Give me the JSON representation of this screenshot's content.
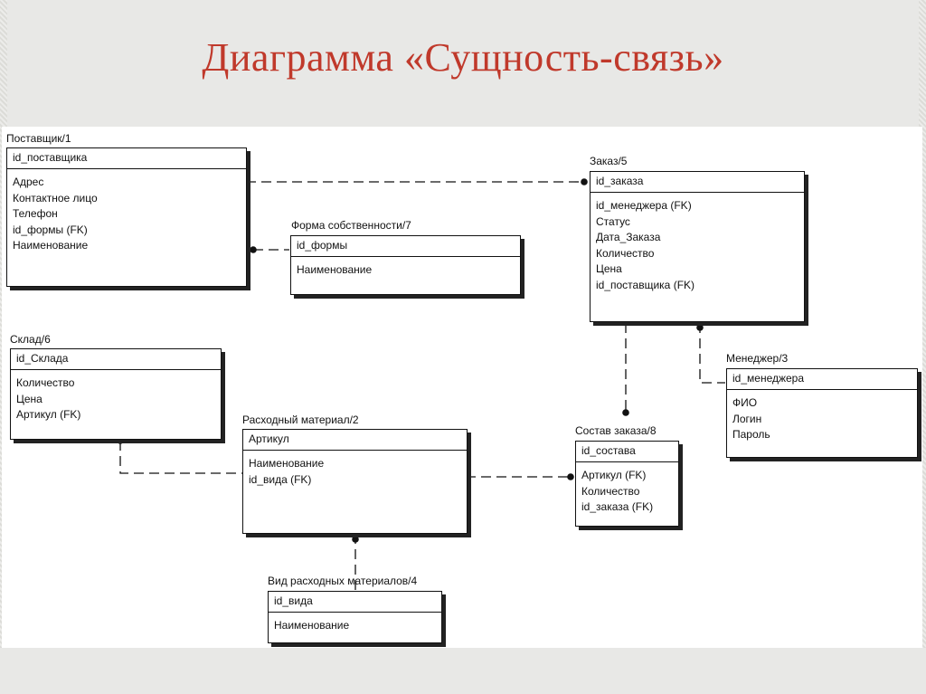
{
  "slide": {
    "title": "Диаграмма «Сущность-связь»"
  },
  "entities": {
    "supplier": {
      "title": "Поставщик/1",
      "pk": "id_поставщика",
      "attrs": [
        "Адрес",
        "Контактное лицо",
        "Телефон",
        "id_формы (FK)",
        "Наименование"
      ]
    },
    "ownership": {
      "title": "Форма собственности/7",
      "pk": "id_формы",
      "attrs": [
        "Наименование"
      ]
    },
    "order": {
      "title": "Заказ/5",
      "pk": "id_заказа",
      "attrs": [
        "id_менеджера (FK)",
        "Статус",
        "Дата_Заказа",
        "Количество",
        "Цена",
        "id_поставщика (FK)"
      ]
    },
    "warehouse": {
      "title": "Склад/6",
      "pk": "id_Склада",
      "attrs": [
        "Количество",
        "Цена",
        "Артикул (FK)"
      ]
    },
    "manager": {
      "title": "Менеджер/3",
      "pk": "id_менеджера",
      "attrs": [
        "ФИО",
        "Логин",
        "Пароль"
      ]
    },
    "material": {
      "title": "Расходный материал/2",
      "pk": "Артикул",
      "attrs": [
        "Наименование",
        "id_вида (FK)"
      ]
    },
    "order_items": {
      "title": "Состав заказа/8",
      "pk": "id_состава",
      "attrs": [
        "Артикул (FK)",
        "Количество",
        "id_заказа (FK)"
      ]
    },
    "material_type": {
      "title": "Вид расходных материалов/4",
      "pk": "id_вида",
      "attrs": [
        "Наименование"
      ]
    }
  },
  "colors": {
    "title": "#c0392b",
    "line": "#111111",
    "shadow": "#222222"
  }
}
